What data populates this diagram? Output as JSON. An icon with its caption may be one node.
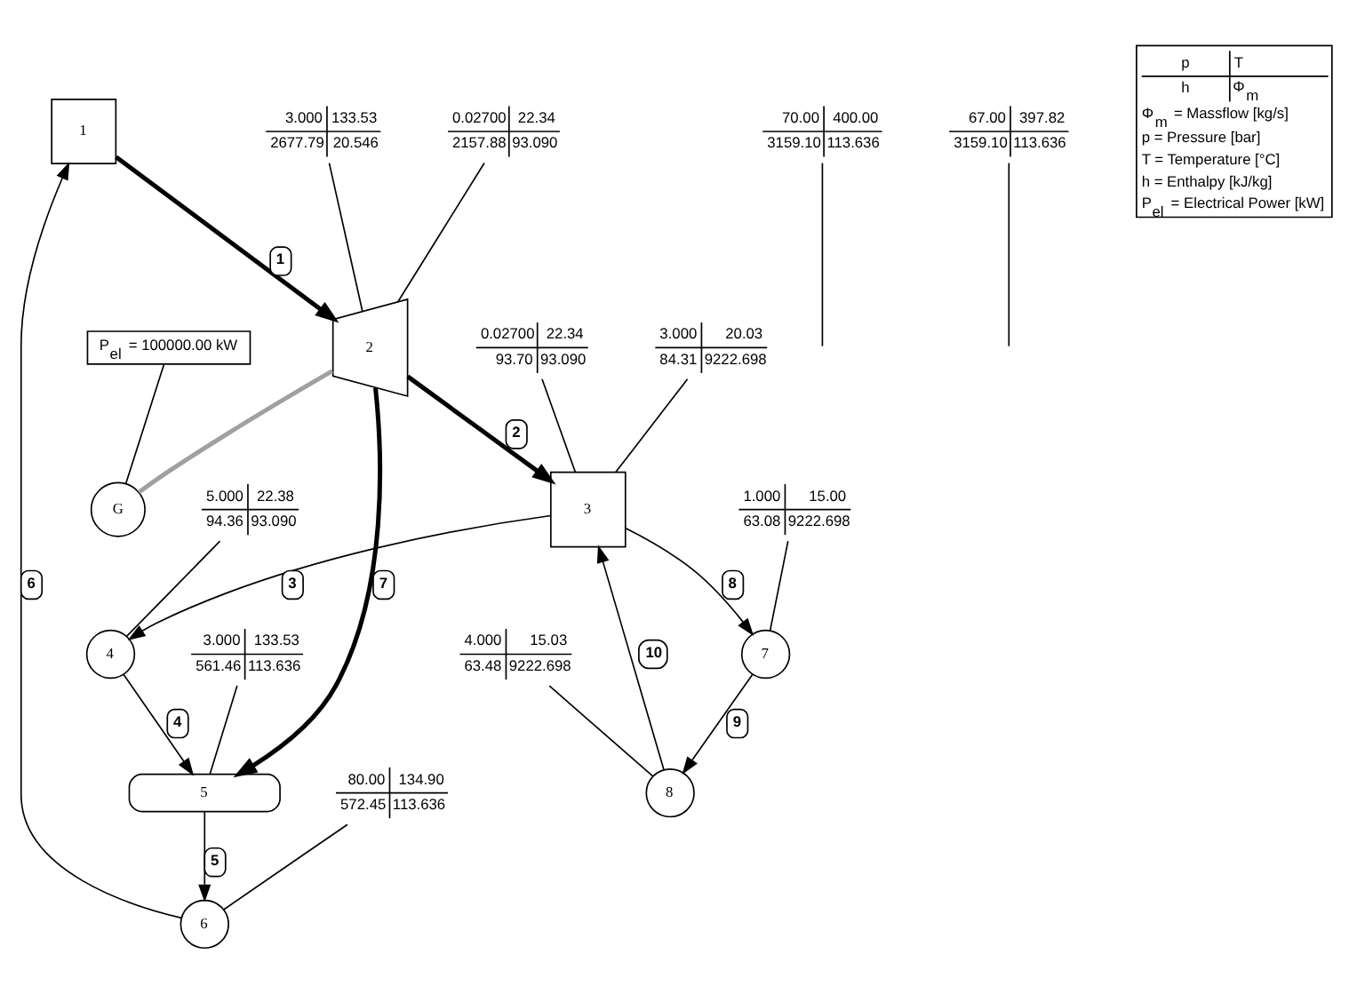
{
  "diagram": {
    "nodes": [
      {
        "text": [
          "1"
        ]
      },
      {
        "text": [
          "2"
        ]
      },
      {
        "text": [
          "G"
        ]
      },
      {
        "text": [
          "P$_{el}$ = 100000.00 kW"
        ]
      },
      {
        "text": [
          "3"
        ]
      },
      {
        "text": [
          "4"
        ]
      },
      {
        "text": [
          "5"
        ]
      },
      {
        "text": [
          "6"
        ]
      },
      {
        "text": [
          "7"
        ]
      },
      {
        "text": [
          "8"
        ]
      },
      {
        "text": [
          "70.00",
          "400.00",
          "3159.10",
          "113.636"
        ]
      },
      {
        "text": [
          "67.00",
          "397.82",
          "3159.10",
          "113.636"
        ]
      },
      {
        "text": [
          "3.000",
          "133.53",
          "2677.79",
          "20.546"
        ]
      },
      {
        "text": [
          "0.02700",
          "22.34",
          "2157.88",
          "93.090"
        ]
      },
      {
        "text": [
          "3.000",
          "20.03",
          "84.31",
          "9222.698"
        ]
      },
      {
        "text": [
          "1.000",
          "15.00",
          "63.08",
          "9222.698"
        ]
      },
      {
        "text": [
          "4.000",
          "15.03",
          "63.48",
          "9222.698"
        ]
      },
      {
        "text": [
          "80.00",
          "134.90",
          "572.45",
          "113.636"
        ]
      },
      {
        "text": [
          "3.000",
          "133.53",
          "561.46",
          "113.636"
        ]
      },
      {
        "text": [
          "5.000",
          "22.38",
          "94.36",
          "93.090"
        ]
      },
      {
        "text": [
          "0.02700",
          "22.34",
          "93.70",
          "93.090"
        ]
      }
    ],
    "edges": [
      {
        "from": 0,
        "to": 1,
        "arrow": "to",
        "label": "1",
        "style": "thick"
      },
      {
        "from": 1,
        "to": 4,
        "arrow": "to",
        "label": "2",
        "style": "thick"
      },
      {
        "from": 4,
        "to": 5,
        "arrow": "to",
        "label": "3"
      },
      {
        "from": 5,
        "to": 6,
        "arrow": "to",
        "label": "4"
      },
      {
        "from": 6,
        "to": 7,
        "arrow": "to",
        "label": "5"
      },
      {
        "from": 7,
        "to": 0,
        "arrow": "to",
        "label": "6"
      },
      {
        "from": 1,
        "to": 6,
        "arrow": "to",
        "label": "7",
        "style": "thick"
      },
      {
        "from": 4,
        "to": 8,
        "arrow": "to",
        "label": "8"
      },
      {
        "from": 8,
        "to": 9,
        "arrow": "to",
        "label": "9"
      },
      {
        "from": 9,
        "to": 4,
        "arrow": "to",
        "label": "10"
      },
      {
        "from": 1,
        "to": 2,
        "arrow": "none",
        "style": "thick",
        "color": "#a0a0a0"
      },
      {
        "from": 3,
        "to": 2,
        "arrow": "none"
      },
      {
        "from": 10,
        "to": null,
        "arrow": "none"
      },
      {
        "from": 11,
        "to": null,
        "arrow": "none"
      },
      {
        "from": 12,
        "to": 1,
        "arrow": "none"
      },
      {
        "from": 13,
        "to": 1,
        "arrow": "none"
      },
      {
        "from": 14,
        "to": 4,
        "arrow": "none"
      },
      {
        "from": 15,
        "to": 8,
        "arrow": "none"
      },
      {
        "from": 16,
        "to": 9,
        "arrow": "none"
      },
      {
        "from": 17,
        "to": 7,
        "arrow": "none"
      },
      {
        "from": 18,
        "to": 6,
        "arrow": "none"
      },
      {
        "from": 19,
        "to": 5,
        "arrow": "none"
      },
      {
        "from": 20,
        "to": 4,
        "arrow": "none"
      }
    ],
    "labels": [
      "p",
      "T",
      "h",
      "Φ$_{m}$",
      "Φ$_{m}$ = Massflow [kg/s]",
      "p = Pressure [bar]",
      "T = Temperature [°C]",
      "h = Enthalpy [kJ/kg]",
      "P$_{el}$ = Electrical Power [kW]"
    ]
  }
}
